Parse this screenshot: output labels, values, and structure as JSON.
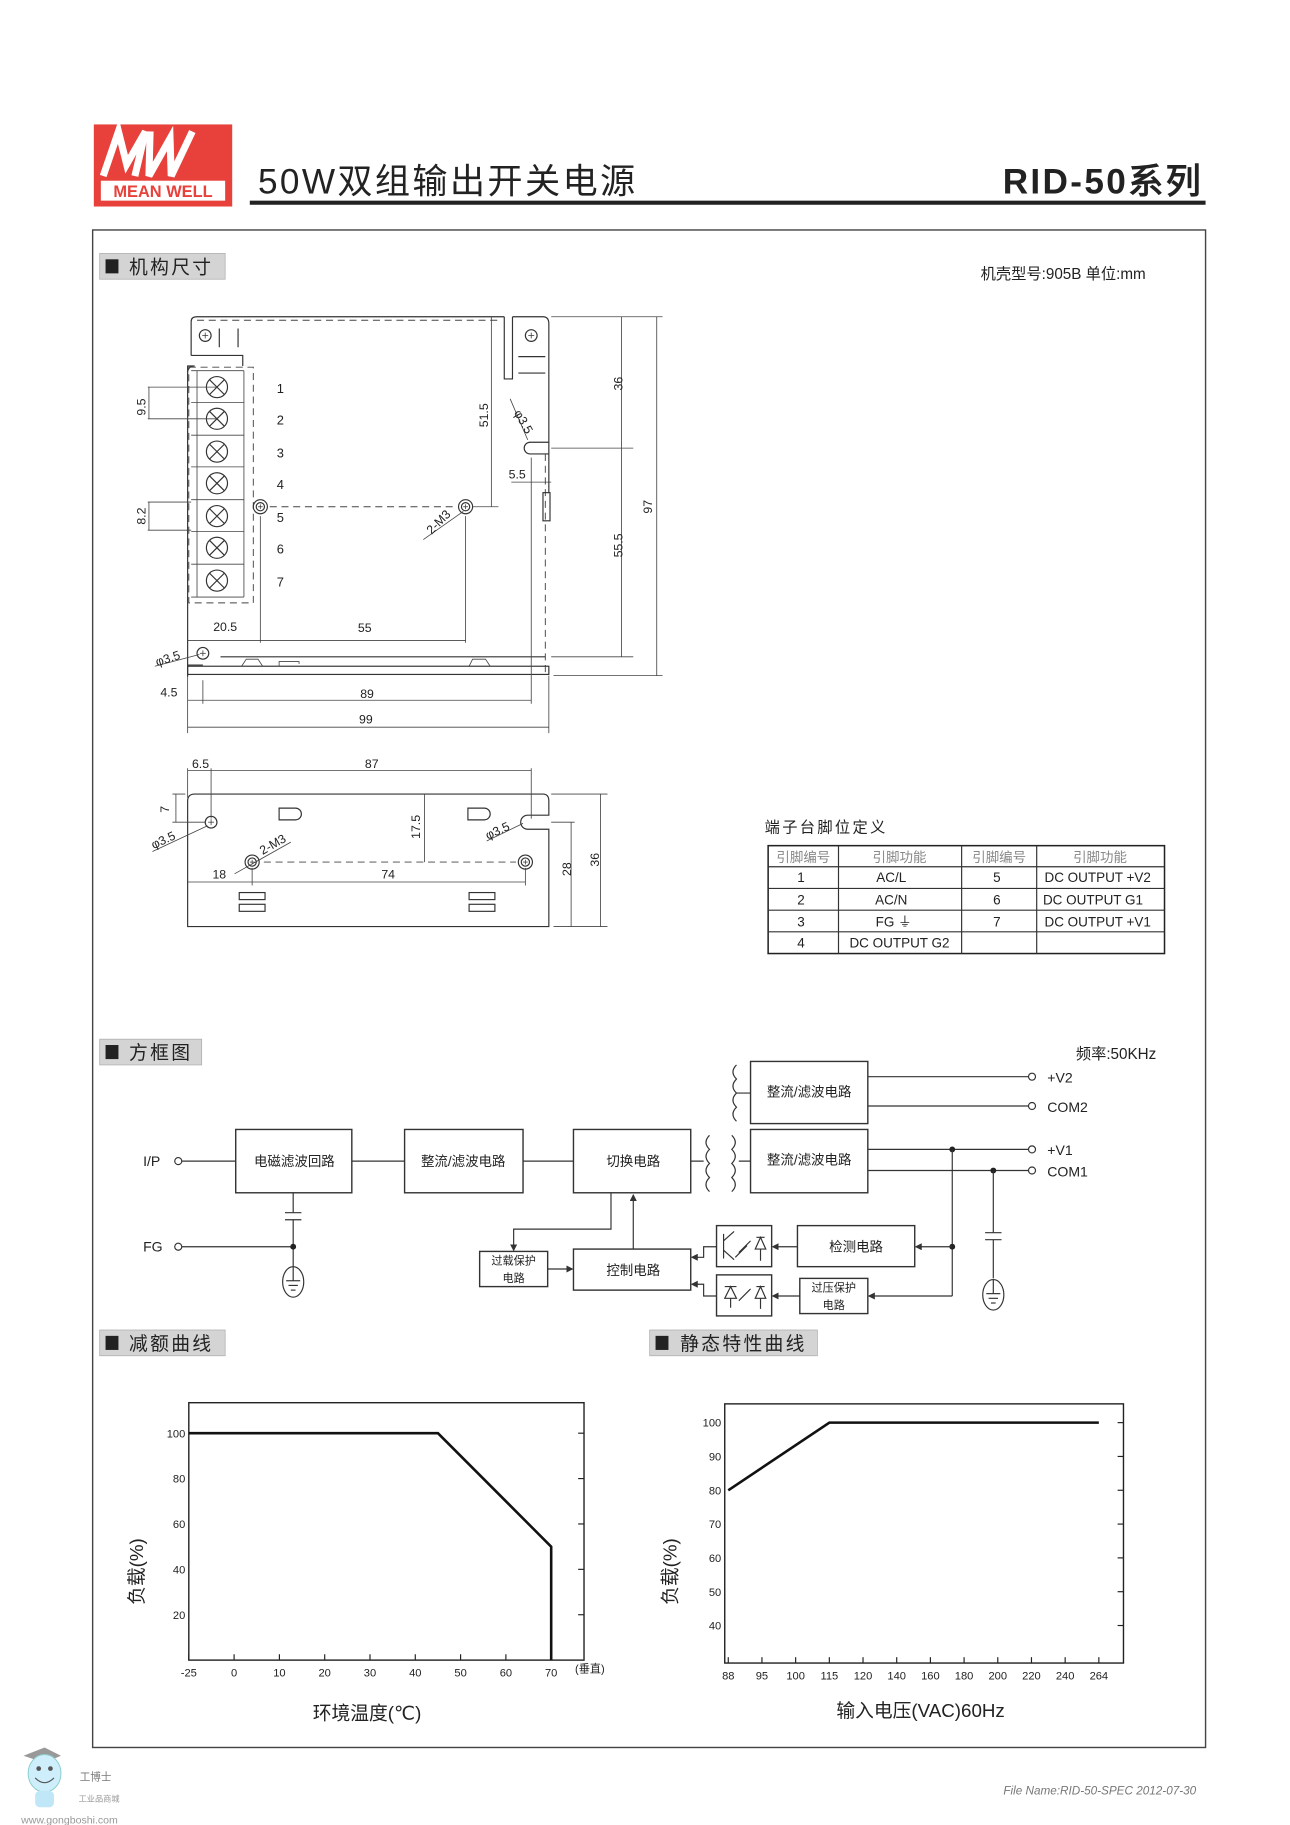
{
  "header": {
    "brand_mark": "MW",
    "brand": "MEAN WELL",
    "title": "50W双组输出开关电源",
    "series": "RID-50系列",
    "brand_color": "#e8403a"
  },
  "sections": {
    "mechanical": "机构尺寸",
    "block": "方框图",
    "derating": "减额曲线",
    "static": "静态特性曲线"
  },
  "mechanical": {
    "case_info": "机壳型号:905B 单位:mm",
    "pins": [
      "1",
      "2",
      "3",
      "4",
      "5",
      "6",
      "7"
    ],
    "dims": {
      "pitch": "9.5",
      "gap": "8.2",
      "h51": "51.5",
      "h36": "36",
      "h97": "97",
      "h55": "55.5",
      "w5": "5.5",
      "hole_r": "φ3.5",
      "m3": "2-M3",
      "w20": "20.5",
      "w55": "55",
      "hole_l": "φ3.5",
      "w4": "4.5",
      "w89": "89",
      "w99": "99",
      "s65": "6.5",
      "s87": "87",
      "s7": "7",
      "s_hole_l": "φ3.5",
      "s_m3": "2-M3",
      "s175": "17.5",
      "s18": "18",
      "s74": "74",
      "s_hole_r": "φ3.5",
      "s28": "28",
      "s36": "36"
    }
  },
  "pin_table": {
    "title": "端子台脚位定义",
    "headers": [
      "引脚编号",
      "引脚功能",
      "引脚编号",
      "引脚功能"
    ],
    "rows": [
      [
        "1",
        "AC/L",
        "5",
        "DC OUTPUT +V2"
      ],
      [
        "2",
        "AC/N",
        "6",
        "DC OUTPUT G1"
      ],
      [
        "3",
        "FG ⏚",
        "7",
        "DC OUTPUT +V1"
      ],
      [
        "4",
        "DC OUTPUT G2",
        "",
        ""
      ]
    ]
  },
  "block_diagram": {
    "frequency": "频率:50KHz",
    "ip": "I/P",
    "fg": "FG",
    "emi": "电磁滤波回路",
    "rect1": "整流/滤波电路",
    "switch": "切换电路",
    "rect_v2": "整流/滤波电路",
    "rect_v1": "整流/滤波电路",
    "detect": "检测电路",
    "control": "控制电路",
    "olp": [
      "过载保护",
      "电路"
    ],
    "ovp": [
      "过压保护",
      "电路"
    ],
    "v2": "+V2",
    "com2": "COM2",
    "v1": "+V1",
    "com1": "COM1"
  },
  "chart_data": [
    {
      "type": "line",
      "title": "减额曲线",
      "xlabel": "环境温度(℃)",
      "xnote": "(垂直)",
      "ylabel": "负载(%)",
      "xticks": [
        -25,
        0,
        10,
        20,
        30,
        40,
        50,
        60,
        70
      ],
      "yticks": [
        20,
        40,
        60,
        80,
        100
      ],
      "ylim": [
        0,
        113
      ],
      "grid": false,
      "series": [
        {
          "name": "derating",
          "x": [
            -25,
            45,
            70,
            70
          ],
          "y": [
            100,
            100,
            50,
            0
          ]
        }
      ]
    },
    {
      "type": "line",
      "title": "静态特性曲线",
      "xlabel": "输入电压(VAC)60Hz",
      "ylabel": "负载(%)",
      "xticks": [
        88,
        95,
        100,
        115,
        120,
        140,
        160,
        180,
        200,
        220,
        240,
        264
      ],
      "yticks": [
        40,
        50,
        60,
        70,
        80,
        90,
        100
      ],
      "ylim": [
        29,
        105
      ],
      "grid": false,
      "series": [
        {
          "name": "static",
          "x": [
            88,
            115,
            264
          ],
          "y": [
            80,
            100,
            100
          ]
        }
      ]
    }
  ],
  "footer": {
    "file": "File Name:RID-50-SPEC  2012-07-30",
    "wm_name": "工博士",
    "wm_sub": "工业品商城",
    "wm_url": "www.gongboshi.com"
  }
}
